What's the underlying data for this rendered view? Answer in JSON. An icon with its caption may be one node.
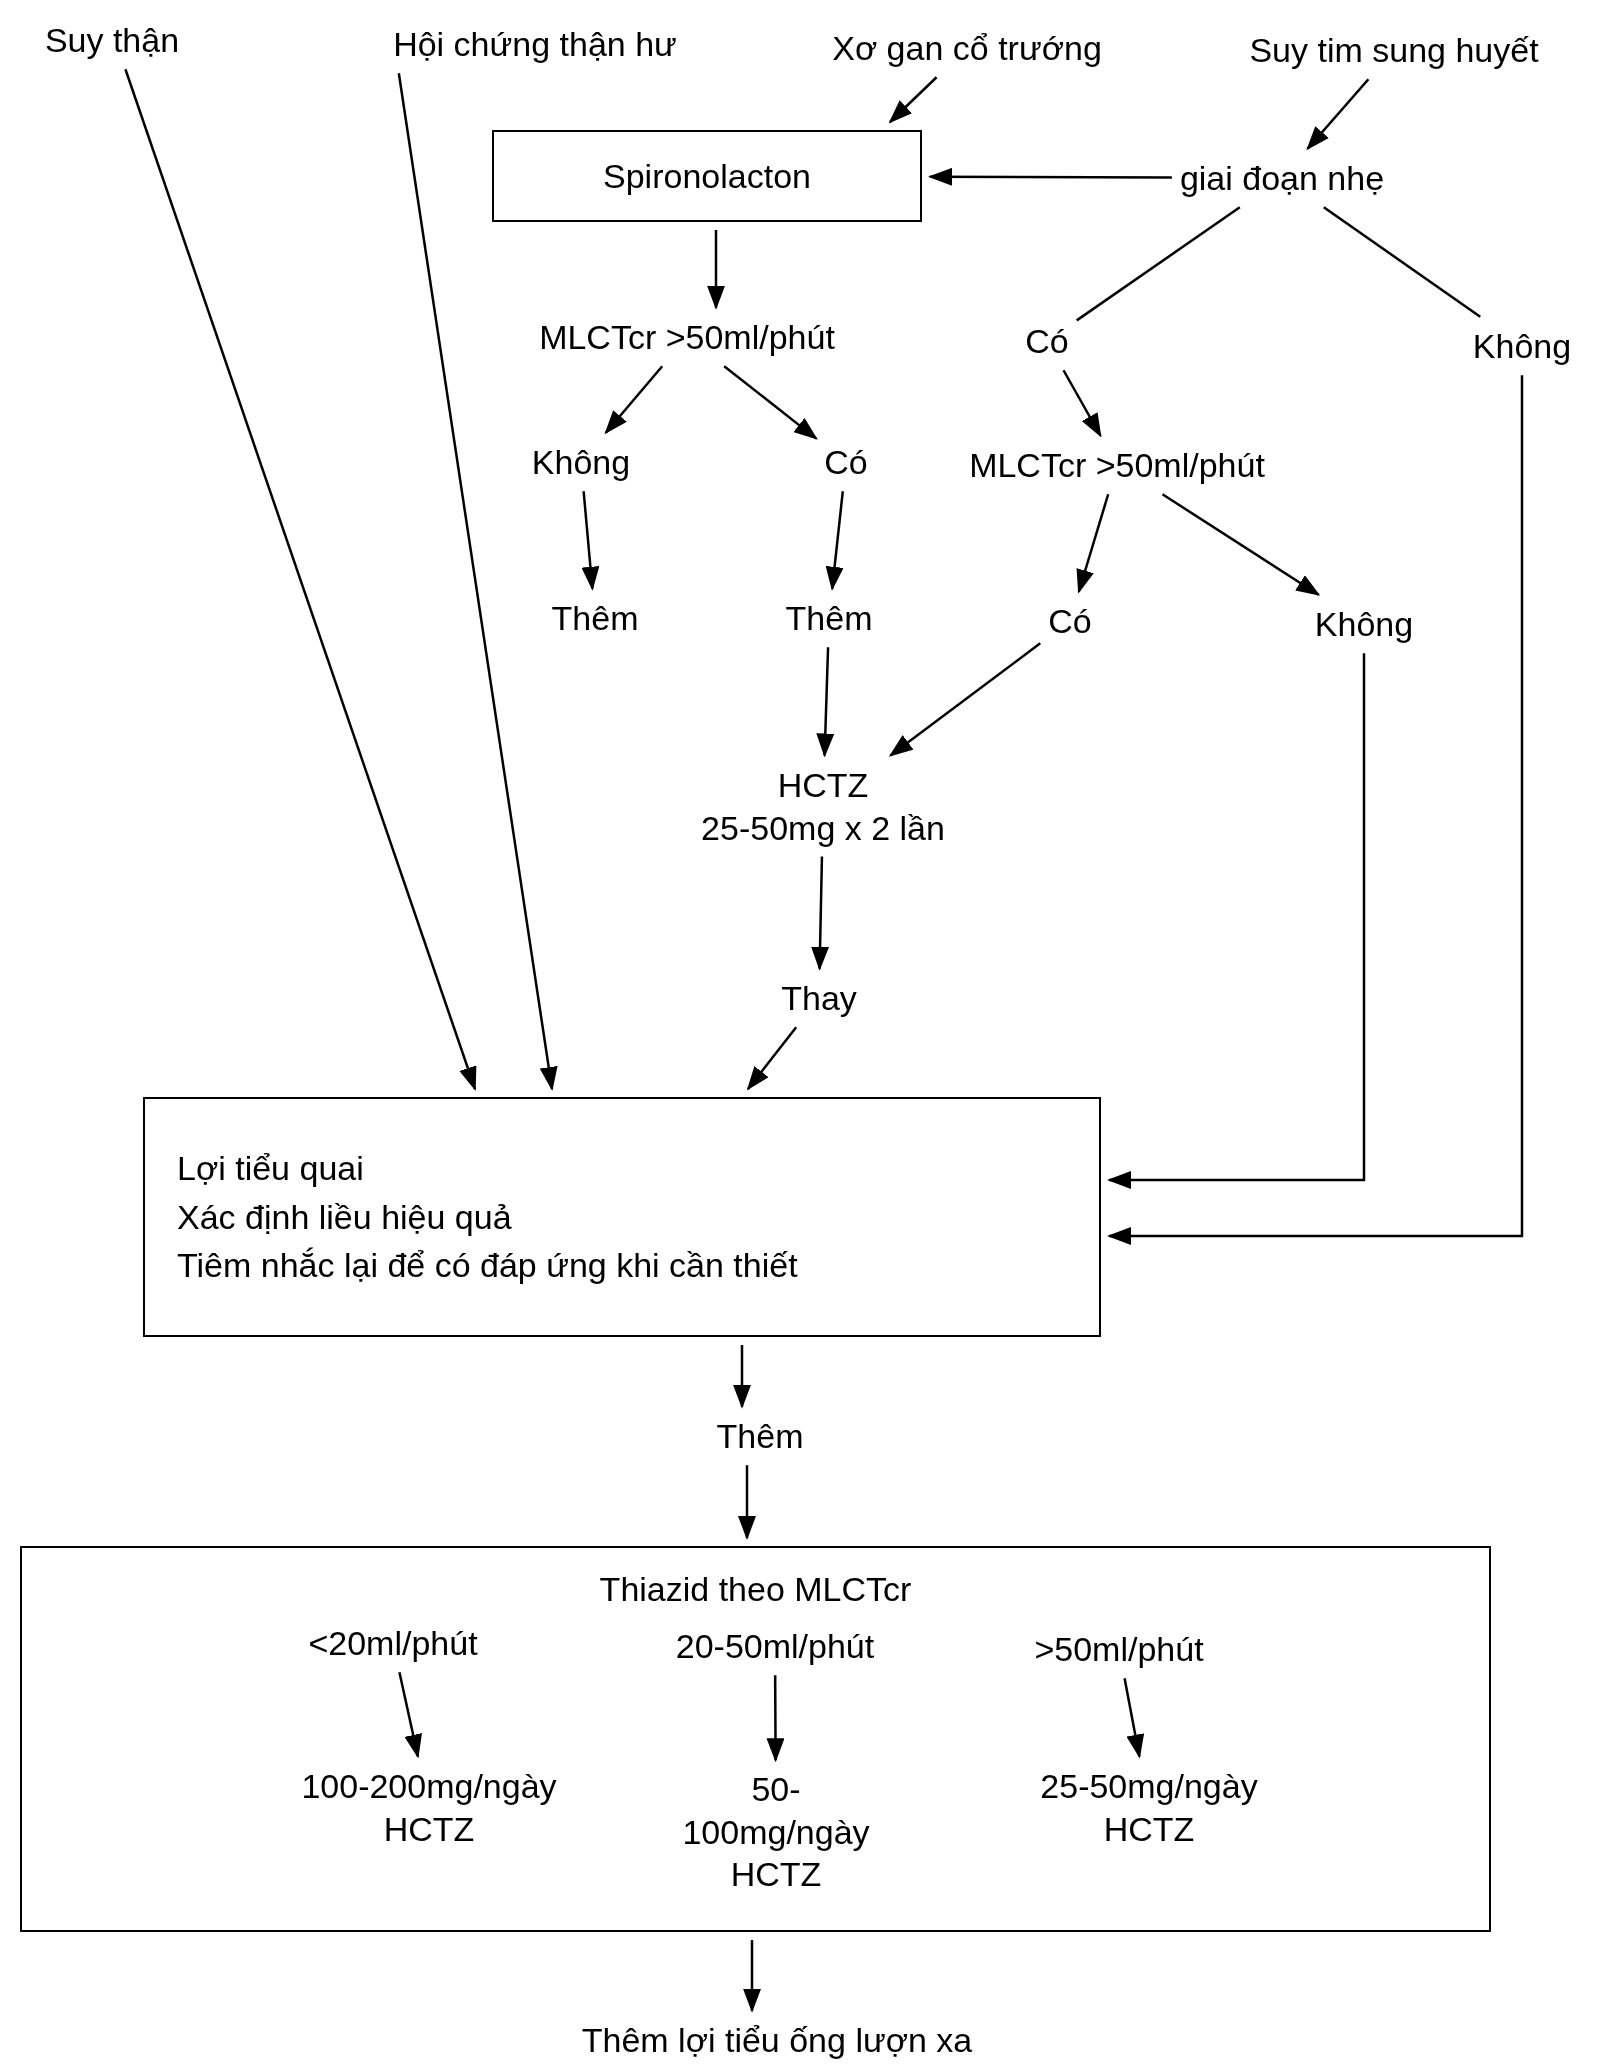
{
  "diagram": {
    "nodes": [
      {
        "text": [
          "Suy thận"
        ]
      },
      {
        "text": [
          "Hội chứng thận hư"
        ]
      },
      {
        "text": [
          "Xơ gan cổ trướng"
        ]
      },
      {
        "text": [
          "Suy tim sung huyết"
        ]
      },
      {
        "text": [
          "Spironolacton"
        ]
      },
      {
        "text": [
          "giai đoạn nhẹ"
        ]
      },
      {
        "text": [
          "MLCTcr >50ml/phút"
        ]
      },
      {
        "text": [
          "Có"
        ]
      },
      {
        "text": [
          "Không"
        ]
      },
      {
        "text": [
          "Không"
        ]
      },
      {
        "text": [
          "Có"
        ]
      },
      {
        "text": [
          "MLCTcr >50ml/phút"
        ]
      },
      {
        "text": [
          "Thêm"
        ]
      },
      {
        "text": [
          "Thêm"
        ]
      },
      {
        "text": [
          "Có"
        ]
      },
      {
        "text": [
          "Không"
        ]
      },
      {
        "text": [
          "HCTZ",
          "25-50mg x 2 lần"
        ]
      },
      {
        "text": [
          "Thay"
        ]
      },
      {
        "text": [
          "Lợi tiểu quai",
          "Xác định liều hiệu quả",
          "Tiêm nhắc lại để có đáp ứng khi cần thiết"
        ]
      },
      {
        "text": [
          "Thêm"
        ]
      },
      {
        "text": [
          "Thiazid theo MLCTcr"
        ]
      },
      {
        "text": [
          "<20ml/phút"
        ],
        "in": 20
      },
      {
        "text": [
          "20-50ml/phút"
        ],
        "in": 20
      },
      {
        "text": [
          ">50ml/phút"
        ],
        "in": 20
      },
      {
        "text": [
          "100-200mg/ngày",
          "HCTZ"
        ],
        "in": 20
      },
      {
        "text": [
          "50-100mg/ngày",
          "HCTZ"
        ],
        "in": 20
      },
      {
        "text": [
          "25-50mg/ngày",
          "HCTZ"
        ],
        "in": 20
      },
      {
        "text": [
          "Thêm lợi tiểu ống lượn xa"
        ]
      }
    ],
    "edges": [
      {
        "from": 0,
        "to": 18,
        "arrow": "to"
      },
      {
        "from": 1,
        "to": 18,
        "arrow": "to"
      },
      {
        "from": 2,
        "to": 4,
        "arrow": "to"
      },
      {
        "from": 3,
        "to": 5,
        "arrow": "to"
      },
      {
        "from": 5,
        "to": 4,
        "arrow": "to"
      },
      {
        "from": 5,
        "to": 7,
        "arrow": "none"
      },
      {
        "from": 5,
        "to": 8,
        "arrow": "none"
      },
      {
        "from": 4,
        "to": 6,
        "arrow": "to"
      },
      {
        "from": 6,
        "to": 9,
        "arrow": "to"
      },
      {
        "from": 6,
        "to": 10,
        "arrow": "to"
      },
      {
        "from": 7,
        "to": 11,
        "arrow": "to"
      },
      {
        "from": 9,
        "to": 12,
        "arrow": "to"
      },
      {
        "from": 10,
        "to": 13,
        "arrow": "to"
      },
      {
        "from": 11,
        "to": 14,
        "arrow": "to"
      },
      {
        "from": 11,
        "to": 15,
        "arrow": "to"
      },
      {
        "from": 13,
        "to": 16,
        "arrow": "to"
      },
      {
        "from": 14,
        "to": 16,
        "arrow": "to"
      },
      {
        "from": 16,
        "to": 17,
        "arrow": "to"
      },
      {
        "from": 17,
        "to": 18,
        "arrow": "to"
      },
      {
        "from": 15,
        "to": 18,
        "arrow": "to"
      },
      {
        "from": 8,
        "to": 18,
        "arrow": "to"
      },
      {
        "from": 18,
        "to": 19,
        "arrow": "to"
      },
      {
        "from": 19,
        "to": 20,
        "arrow": "to"
      },
      {
        "from": 21,
        "to": 24,
        "arrow": "to"
      },
      {
        "from": 22,
        "to": 25,
        "arrow": "to"
      },
      {
        "from": 23,
        "to": 26,
        "arrow": "to"
      },
      {
        "from": 20,
        "to": 27,
        "arrow": "to"
      }
    ]
  }
}
